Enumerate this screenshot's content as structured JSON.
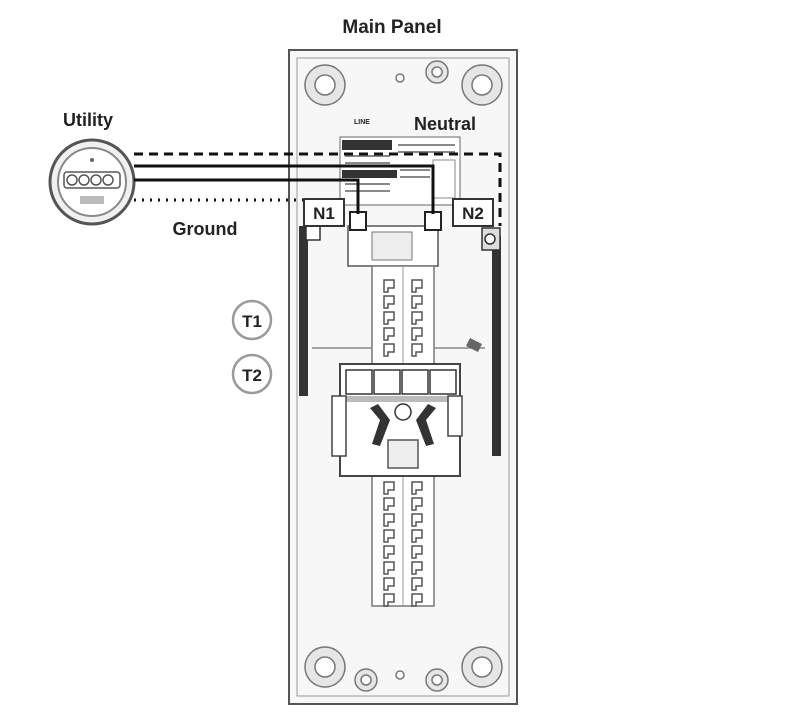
{
  "diagram": {
    "title": "Main Panel",
    "utility_label": "Utility",
    "neutral_label": "Neutral",
    "ground_label": "Ground",
    "terminals": [
      "N1",
      "N2",
      "T1",
      "T2"
    ],
    "line_text": "LINE",
    "colors": {
      "line": "#111111",
      "panel_outline": "#555555",
      "panel_fill": "#f7f7f7",
      "circle_tag": "#9a9a9a"
    }
  }
}
